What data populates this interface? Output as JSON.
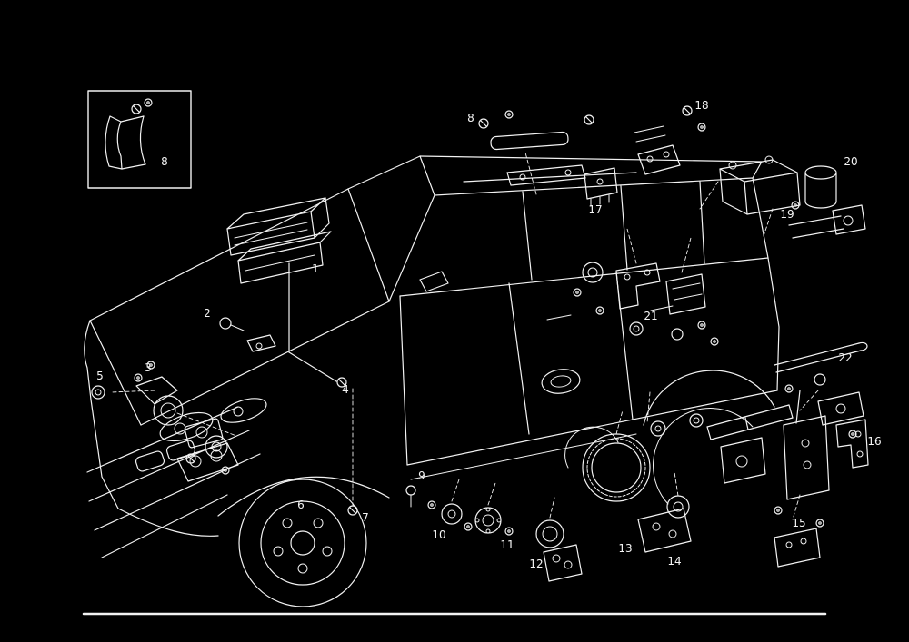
{
  "page": {
    "background_color": "#000000",
    "line_color": "#f2f2f2"
  },
  "inset": {
    "part_label": "8"
  },
  "diagram": {
    "name": "vehicle-exploded-parts-diagram",
    "callouts": [
      {
        "label": "1"
      },
      {
        "label": "2"
      },
      {
        "label": "3"
      },
      {
        "label": "4"
      },
      {
        "label": "5"
      },
      {
        "label": "6"
      },
      {
        "label": "7"
      },
      {
        "label": "8"
      },
      {
        "label": "9"
      },
      {
        "label": "10"
      },
      {
        "label": "11"
      },
      {
        "label": "12"
      },
      {
        "label": "13"
      },
      {
        "label": "14"
      },
      {
        "label": "15"
      },
      {
        "label": "16"
      },
      {
        "label": "17"
      },
      {
        "label": "18"
      },
      {
        "label": "19"
      },
      {
        "label": "20"
      },
      {
        "label": "21"
      },
      {
        "label": "22"
      }
    ]
  }
}
